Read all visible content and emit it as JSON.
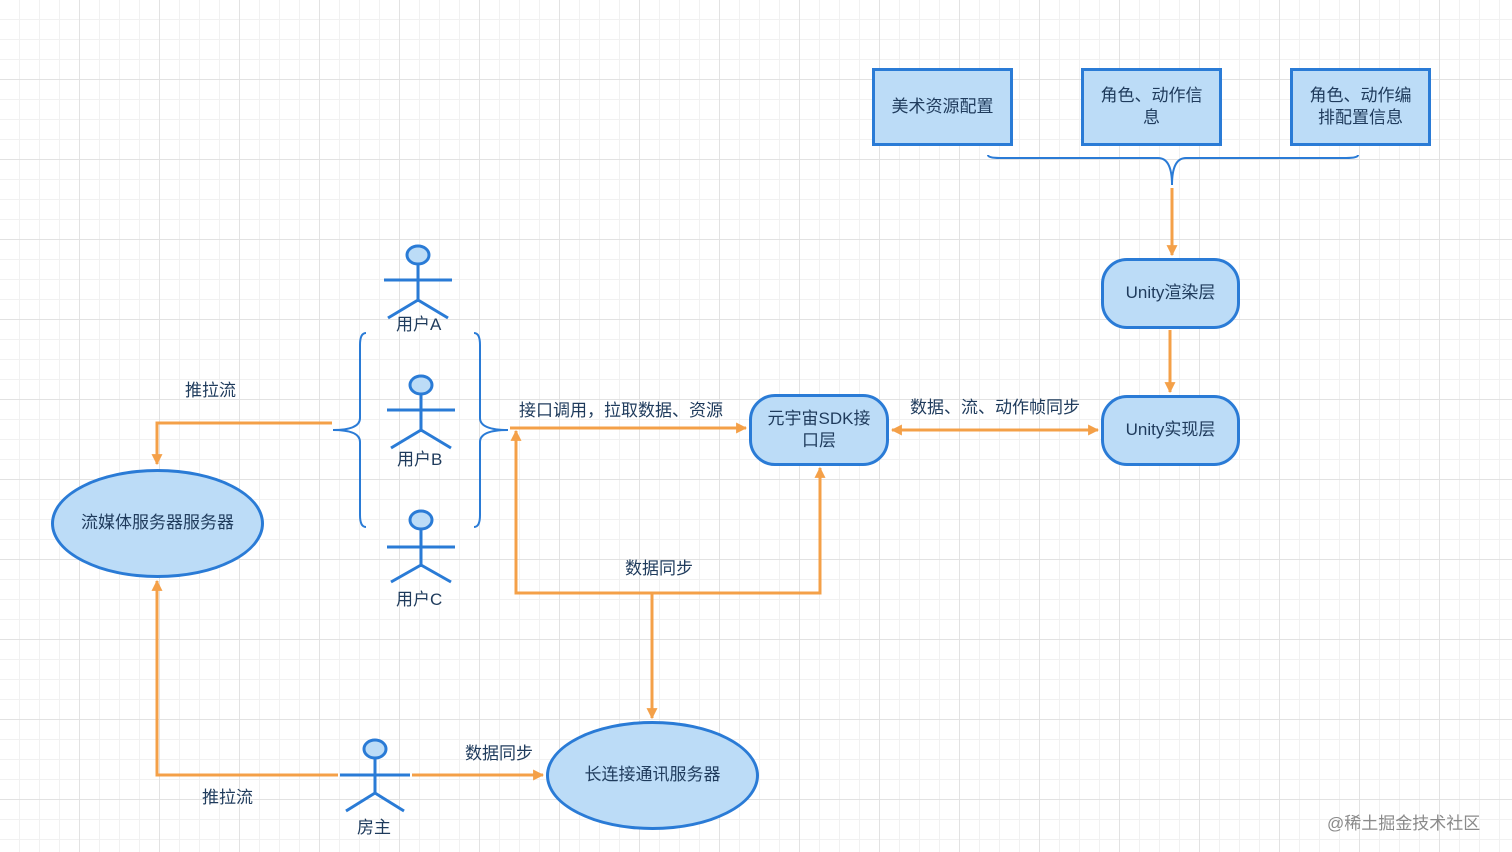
{
  "colors": {
    "node_fill": "#bcdcf7",
    "node_stroke": "#2a7bd6",
    "arrow": "#f4a048",
    "text": "#1f3b5c"
  },
  "nodes": {
    "art_config": "美术资源配置",
    "role_action_info": "角色、动作信息",
    "role_action_orchestration": "角色、动作编排配置信息",
    "unity_render": "Unity渲染层",
    "unity_impl": "Unity实现层",
    "sdk_interface": "元宇宙SDK接口层",
    "streaming_server": "流媒体服务器服务器",
    "long_conn_server": "长连接通讯服务器"
  },
  "actors": {
    "user_a": "用户A",
    "user_b": "用户B",
    "user_c": "用户C",
    "host": "房主"
  },
  "edge_labels": {
    "push_pull_top": "推拉流",
    "push_pull_bottom": "推拉流",
    "api_call": "接口调用，拉取数据、资源",
    "data_stream_sync": "数据、流、动作帧同步",
    "data_sync_middle": "数据同步",
    "data_sync_host": "数据同步"
  },
  "watermark": "@稀土掘金技术社区"
}
